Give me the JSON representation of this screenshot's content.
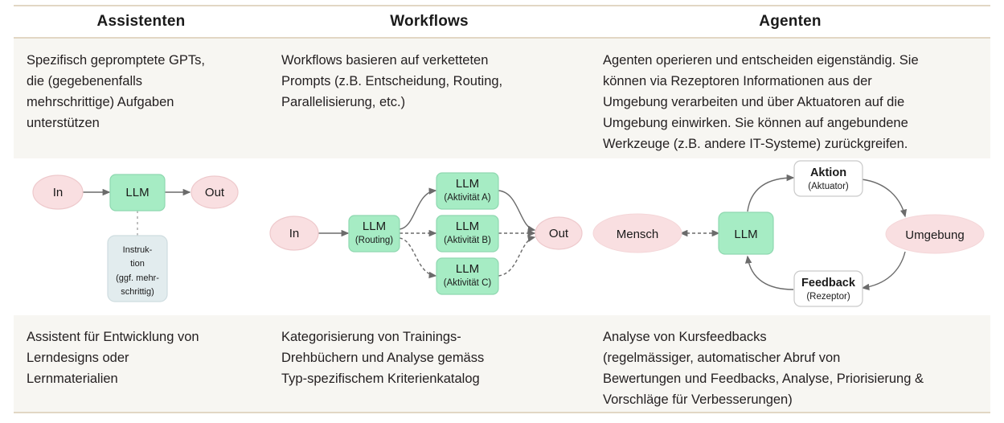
{
  "columns": [
    {
      "title": "Assistenten",
      "description": "Spezifisch gepromptete GPTs,\ndie (gegebenenfalls\nmehrschrittige) Aufgaben\nunterstützen",
      "usecase": "Assistent für Entwicklung von\nLerndesigns oder\nLernmaterialien"
    },
    {
      "title": "Workflows",
      "description": "Workflows basieren auf verketteten\nPrompts (z.B. Entscheidung, Routing,\nParallelisierung, etc.)",
      "usecase": "Kategorisierung von Trainings-\nDrehbüchern und Analyse gemäss\nTyp-spezifischem Kriterienkatalog"
    },
    {
      "title": "Agenten",
      "description": "Agenten operieren und entscheiden eigenständig. Sie\nkönnen via Rezeptoren Informationen aus der\nUmgebung verarbeiten und über Aktuatoren auf die\nUmgebung einwirken. Sie können auf angebundene\nWerkzeuge (z.B. andere IT-Systeme) zurückgreifen.",
      "usecase": "Analyse von Kursfeedbacks\n(regelmässiger, automatischer Abruf von\nBewertungen und Feedbacks, Analyse, Priorisierung &\nVorschläge für Verbesserungen)"
    }
  ],
  "diagrams": {
    "assistent": {
      "nodes": {
        "in": "In",
        "llm": "LLM",
        "out": "Out",
        "instruktion_line1": "Instruk-",
        "instruktion_line2": "tion",
        "instruktion_line3": "(ggf. mehr-",
        "instruktion_line4": "schrittig)"
      }
    },
    "workflow": {
      "nodes": {
        "in": "In",
        "router": "LLM",
        "router_sub": "(Routing)",
        "a": "LLM",
        "a_sub": "(Aktivität A)",
        "b": "LLM",
        "b_sub": "(Aktivität B)",
        "c": "LLM",
        "c_sub": "(Aktivität C)",
        "out": "Out"
      }
    },
    "agent": {
      "nodes": {
        "mensch": "Mensch",
        "llm": "LLM",
        "aktion": "Aktion",
        "aktion_sub": "(Aktuator)",
        "umgebung": "Umgebung",
        "feedback": "Feedback",
        "feedback_sub": "(Rezeptor)"
      }
    }
  },
  "colors": {
    "rule": "#e2d7c4",
    "band": "#f7f6f2",
    "node_pink_fill": "#f9dfe1",
    "node_pink_stroke": "#eec9cc",
    "node_green_fill": "#a6ecc4",
    "node_green_stroke": "#8fd8b0",
    "node_blue_fill": "#e2ecee",
    "node_blue_stroke": "#cfdde0",
    "node_white_fill": "#ffffff",
    "node_white_stroke": "#c9c9c9",
    "arrow": "#6b6b6b",
    "text": "#231f20"
  }
}
